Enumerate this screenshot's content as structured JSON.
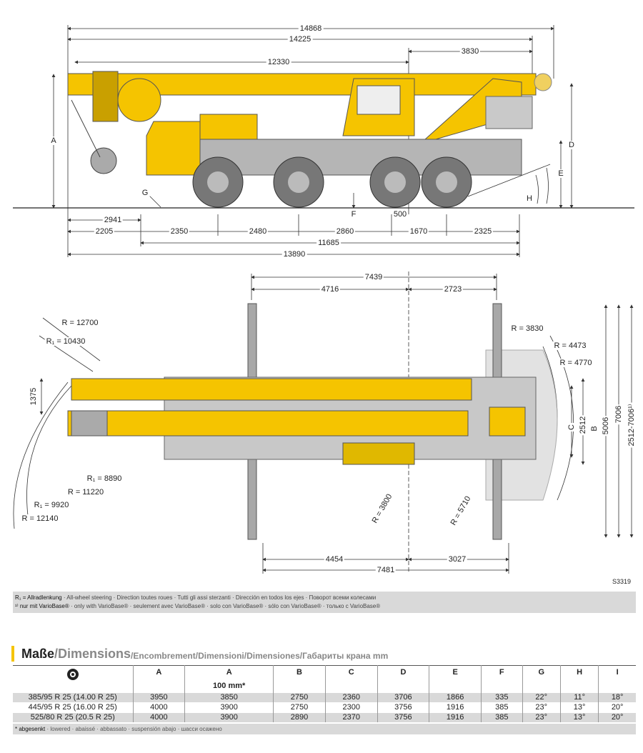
{
  "side_view": {
    "dims_top": [
      "14868",
      "14225",
      "12330",
      "3830"
    ],
    "letters": {
      "A": "A",
      "D": "D",
      "E": "E",
      "G": "G",
      "H": "H",
      "F": "F"
    },
    "dim_2941": "2941",
    "dim_500": "500",
    "axle_dims": [
      "2205",
      "2350",
      "2480",
      "2860",
      "1670",
      "2325"
    ],
    "dim_11685": "11685",
    "dim_13890": "13890"
  },
  "top_view": {
    "dim_7439": "7439",
    "dim_4716": "4716",
    "dim_2723": "2723",
    "r_12700": "R = 12700",
    "r_10430": "R₁ = 10430",
    "dim_1375": "1375",
    "r_3830": "R = 3830",
    "r_4473": "R = 4473",
    "r_4770": "R = 4770",
    "C": "C",
    "dim_2512": "2512",
    "B": "B",
    "dim_5006": "5006",
    "dim_7006": "7006",
    "dim_vario": "2512-7006¹⁾",
    "r_8890": "R₁ = 8890",
    "r_11220": "R = 11220",
    "r_9920": "R₁ = 9920",
    "r_12140": "R = 12140",
    "r_3800": "R = 3800",
    "r_5710": "R = 5710",
    "dim_4454": "4454",
    "dim_3027": "3027",
    "dim_7481": "7481",
    "drawing_no": "S3319"
  },
  "notes": {
    "line1_key": "R₁ = Allradlenkung",
    "line1_rest": " · All-wheel steering · Direction toutes roues · Tutti gli assi sterzanti · Dirección en todos los ejes · Поворот всеми колесами",
    "line2_key": "¹⁾ nur mit VarioBase®",
    "line2_rest": " · only with VarioBase® · seulement avec VarioBase® · solo con VarioBase® · sólo con VarioBase® · только с VarioBase®"
  },
  "section": {
    "title_de": "Maße",
    "title_en": "/Dimensions",
    "title_rest": "/Encombrement/Dimensioni/Dimensiones/Габариты крана mm"
  },
  "table": {
    "tyre_icon": "tyre-icon",
    "headers": [
      "A",
      "A",
      "B",
      "C",
      "D",
      "E",
      "F",
      "G",
      "H",
      "I"
    ],
    "subheader_A2": "100 mm*",
    "rows": [
      [
        "385/95 R 25 (14.00 R 25)",
        "3950",
        "3850",
        "2750",
        "2360",
        "3706",
        "1866",
        "335",
        "22°",
        "11°",
        "18°"
      ],
      [
        "445/95 R 25 (16.00 R 25)",
        "4000",
        "3900",
        "2750",
        "2300",
        "3756",
        "1916",
        "385",
        "23°",
        "13°",
        "20°"
      ],
      [
        "525/80 R 25 (20.5   R 25)",
        "4000",
        "3900",
        "2890",
        "2370",
        "3756",
        "1916",
        "385",
        "23°",
        "13°",
        "20°"
      ]
    ],
    "footnote_key": "* abgesenkt",
    "footnote_rest": " · lowered · abaissé · abbassato · suspensión abajo · шасси осажено"
  },
  "colors": {
    "crane_yellow": "#f5c400",
    "carrier_gray": "#a8a8a8",
    "note_bg": "#d9d9d9"
  }
}
